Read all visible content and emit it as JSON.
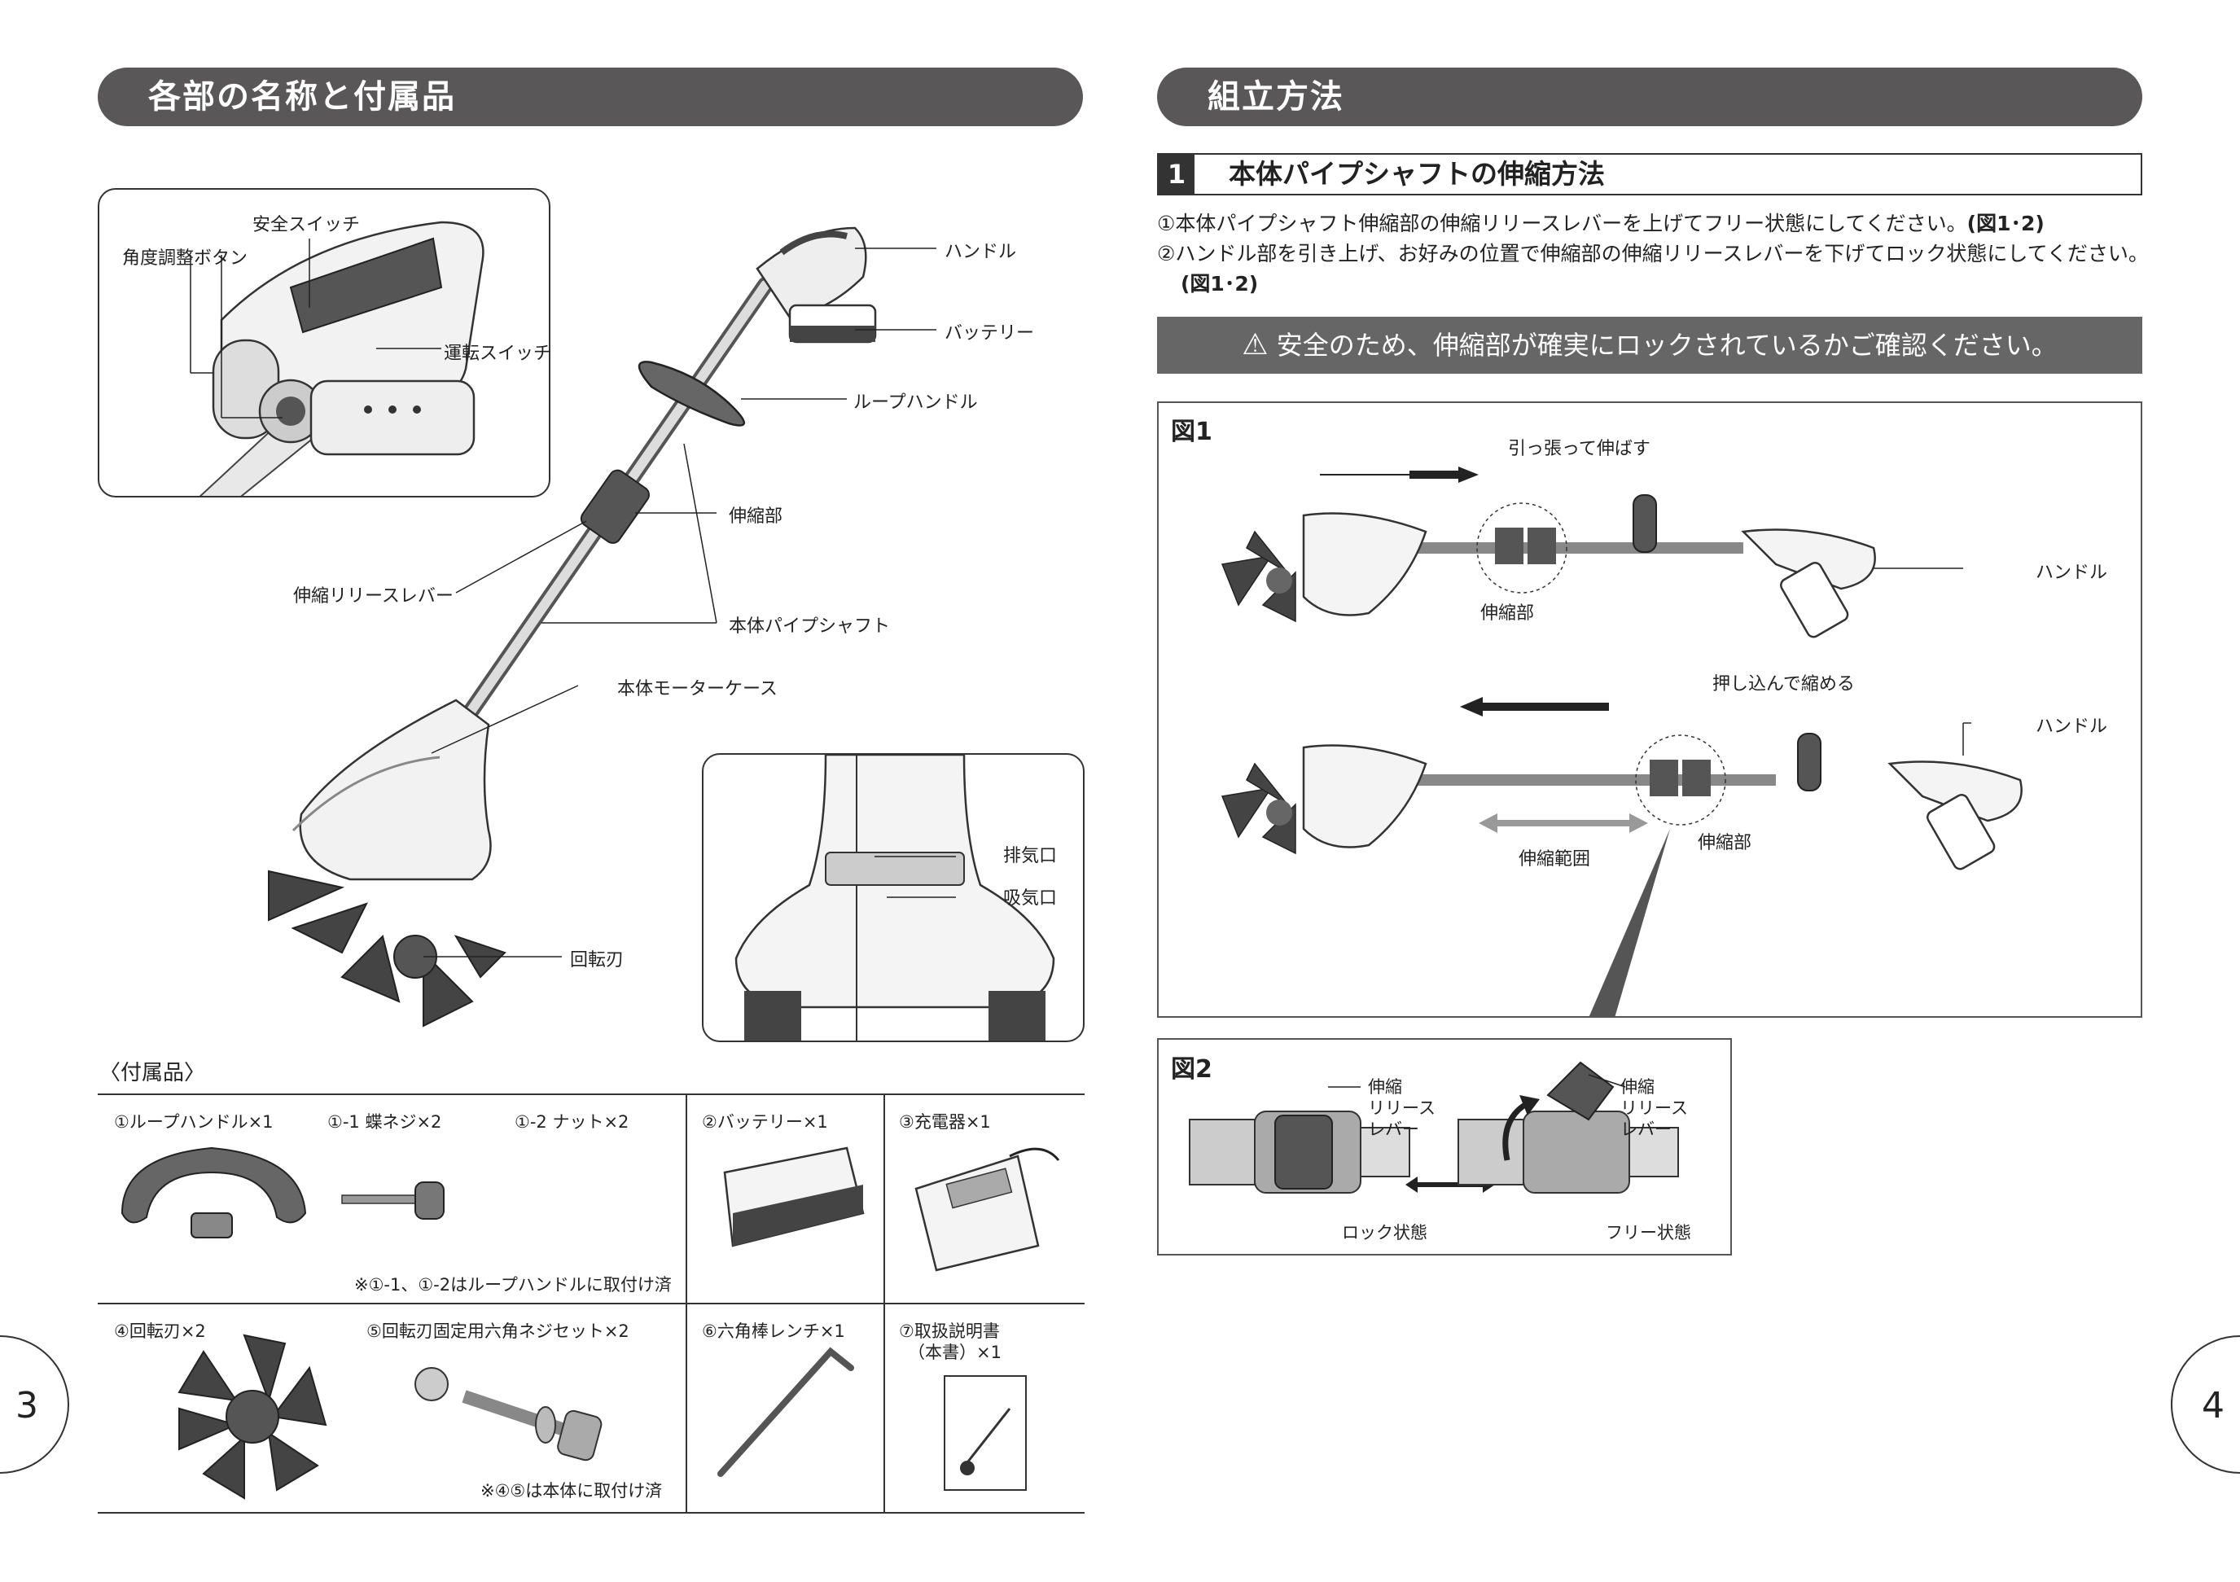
{
  "left": {
    "header": "各部の名称と付属品",
    "callouts": {
      "safety_switch": "安全スイッチ",
      "angle_button": "角度調整ボタン",
      "run_switch": "運転スイッチ",
      "handle": "ハンドル",
      "battery": "バッテリー",
      "loop_handle": "ループハンドル",
      "telescopic": "伸縮部",
      "release_lever": "伸縮リリースレバー",
      "pipe_shaft": "本体パイプシャフト",
      "motor_case": "本体モーターケース",
      "exhaust": "排気口",
      "intake": "吸気口",
      "tine": "回転刃"
    },
    "accessories_title": "〈付属品〉",
    "accessories": {
      "a1": "①ループハンドル×1",
      "a1_1": "①-1 蝶ネジ×2",
      "a1_2": "①-2 ナット×2",
      "a2": "②バッテリー×1",
      "a3": "③充電器×1",
      "note1": "※①-1、①-2はループハンドルに取付け済",
      "a4": "④回転刃×2",
      "a5": "⑤回転刃固定用六角ネジセット×2",
      "a6": "⑥六角棒レンチ×1",
      "a7_line1": "⑦取扱説明書",
      "a7_line2": "（本書）×1",
      "note2": "※④⑤は本体に取付け済"
    },
    "page_number": "3"
  },
  "right": {
    "header": "組立方法",
    "section_number": "1",
    "section_title": "本体パイプシャフトの伸縮方法",
    "step1": "①本体パイプシャフト伸縮部の伸縮リリースレバーを上げてフリー状態にしてください。",
    "step1_ref": "(図1･2)",
    "step2": "②ハンドル部を引き上げ、お好みの位置で伸縮部の伸縮リリースレバーを下げてロック状態にしてください。",
    "step2_ref": "(図1･2)",
    "warning": "安全のため、伸縮部が確実にロックされているかご確認ください。",
    "fig1": {
      "label": "図1",
      "pull": "引っ張って伸ばす",
      "push": "押し込んで縮める",
      "handle1": "ハンドル",
      "handle2": "ハンドル",
      "telescopic1": "伸縮部",
      "telescopic2": "伸縮部",
      "range": "伸縮範囲"
    },
    "fig2": {
      "label": "図2",
      "lever_a": "伸縮\nリリース\nレバー",
      "lever_b": "伸縮\nリリース\nレバー",
      "locked": "ロック状態",
      "free": "フリー状態"
    },
    "page_number": "4"
  }
}
